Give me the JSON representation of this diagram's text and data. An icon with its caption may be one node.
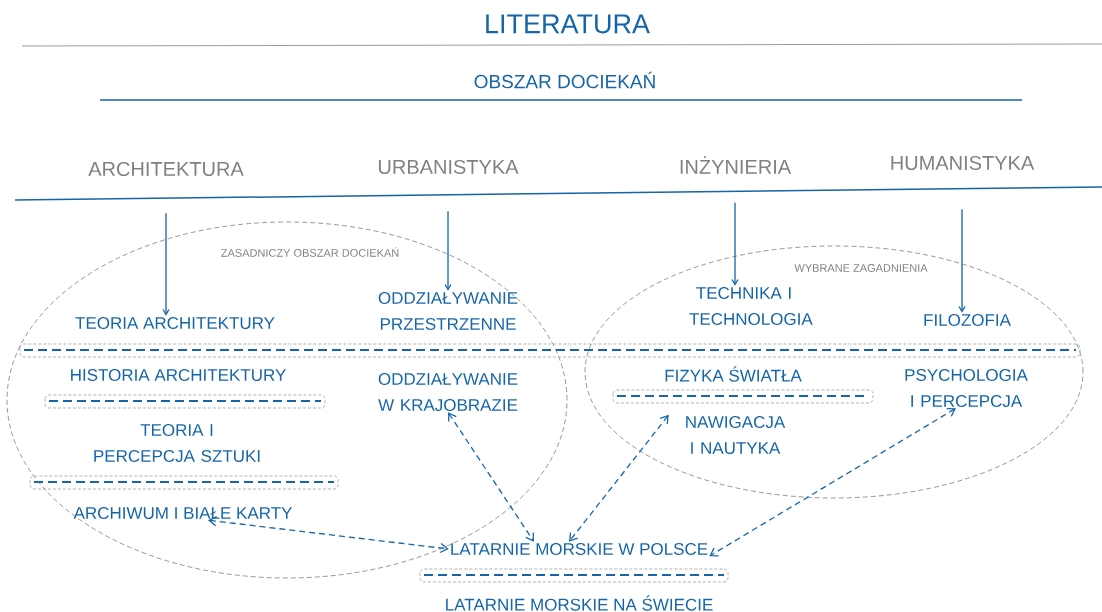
{
  "diagram": {
    "title": "LITERATURA",
    "nodes": [
      {
        "text": [
          "ARCHITEKTURA"
        ]
      },
      {
        "text": [
          "URBANISTYKA"
        ]
      },
      {
        "text": [
          "INŻYNIERIA"
        ]
      },
      {
        "text": [
          "HUMANISTYKA"
        ]
      },
      {
        "text": [
          "ZASADNICZY OBSZAR DOCIEKAŃ"
        ]
      },
      {
        "text": [
          "TEORIA ARCHITEKTURY"
        ],
        "in": 4
      },
      {
        "text": [
          "ODDZIAŁYWANIE PRZESTRZENNE"
        ],
        "in": 4
      },
      {
        "text": [
          "HISTORIA ARCHITEKTURY"
        ],
        "in": 4
      },
      {
        "text": [
          "ODDZIAŁYWANIE W KRAJOBRAZIE"
        ],
        "in": 4
      },
      {
        "text": [
          "TEORIA I PERCEPCJA SZTUKI"
        ],
        "in": 4
      },
      {
        "text": [
          "ARCHIWUM I BIAŁE KARTY"
        ],
        "in": 4
      },
      {
        "text": [
          "WYBRANE ZAGADNIENIA"
        ]
      },
      {
        "text": [
          "TECHNIKA I TECHNOLOGIA"
        ],
        "in": 11
      },
      {
        "text": [
          "FILOZOFIA"
        ],
        "in": 11
      },
      {
        "text": [
          "FIZYKA ŚWIATŁA"
        ],
        "in": 11
      },
      {
        "text": [
          "PSYCHOLOGIA I PERCEPCJA"
        ],
        "in": 11
      },
      {
        "text": [
          "NAWIGACJA I NAUTYKA"
        ],
        "in": 11
      },
      {
        "text": [
          "LATARNIE MORSKIE W POLSCE"
        ]
      },
      {
        "text": [
          "LATARNIE MORSKIE NA ŚWIECIE"
        ]
      }
    ],
    "edges": [
      {
        "from": 0,
        "to": 5,
        "arrow": "to"
      },
      {
        "from": 1,
        "to": 6,
        "arrow": "to"
      },
      {
        "from": 2,
        "to": 12,
        "arrow": "to"
      },
      {
        "from": 3,
        "to": 13,
        "arrow": "to"
      },
      {
        "from": 10,
        "to": 17,
        "arrow": "both",
        "style": "dashed"
      },
      {
        "from": 8,
        "to": 17,
        "arrow": "both",
        "style": "dashed"
      },
      {
        "from": 16,
        "to": 17,
        "arrow": "both",
        "style": "dashed"
      },
      {
        "from": 15,
        "to": 17,
        "arrow": "both",
        "style": "dashed"
      }
    ],
    "labels": [
      "OBSZAR DOCIEKAŃ"
    ]
  }
}
